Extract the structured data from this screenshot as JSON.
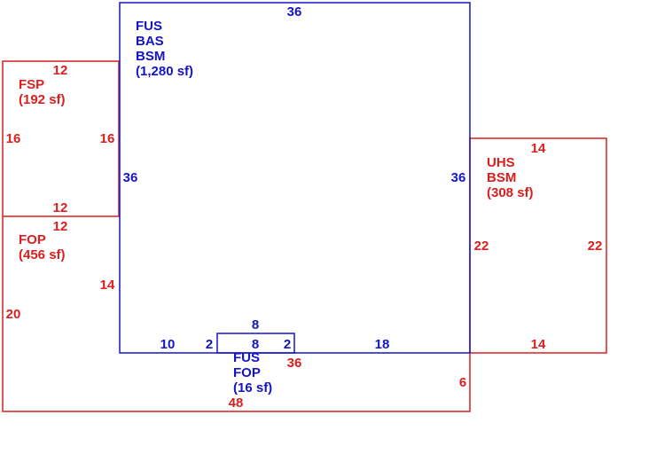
{
  "colors": {
    "living_area": "#1414c8",
    "other_area": "#dc1e1e"
  },
  "areas": {
    "main": {
      "codes": [
        "FUS",
        "BAS",
        "BSM"
      ],
      "area": "(1,280 sf)"
    },
    "fsp": {
      "codes": [
        "FSP"
      ],
      "area": "(192 sf)"
    },
    "fop_large": {
      "codes": [
        "FOP"
      ],
      "area": "(456 sf)"
    },
    "uhs": {
      "codes": [
        "UHS",
        "BSM"
      ],
      "area": "(308 sf)"
    },
    "fop_small": {
      "codes": [
        "FUS",
        "FOP"
      ],
      "area": "(16 sf)"
    }
  },
  "dimensions": {
    "main_top": "36",
    "main_left": "36",
    "main_right": "36",
    "main_bottom_left": "10",
    "main_bottom_right": "18",
    "notch_left": "2",
    "notch_right": "2",
    "notch_top": "8",
    "notch_inner": "8",
    "fsp_top": "12",
    "fsp_left": "16",
    "fsp_right": "16",
    "fsp_bottom": "12",
    "fop_top": "12",
    "fop_right": "14",
    "fop_left": "20",
    "fop_bottom": "48",
    "fop_inner": "36",
    "fop_right_edge": "6",
    "uhs_top": "14",
    "uhs_left": "22",
    "uhs_right": "22",
    "uhs_bottom": "14"
  }
}
